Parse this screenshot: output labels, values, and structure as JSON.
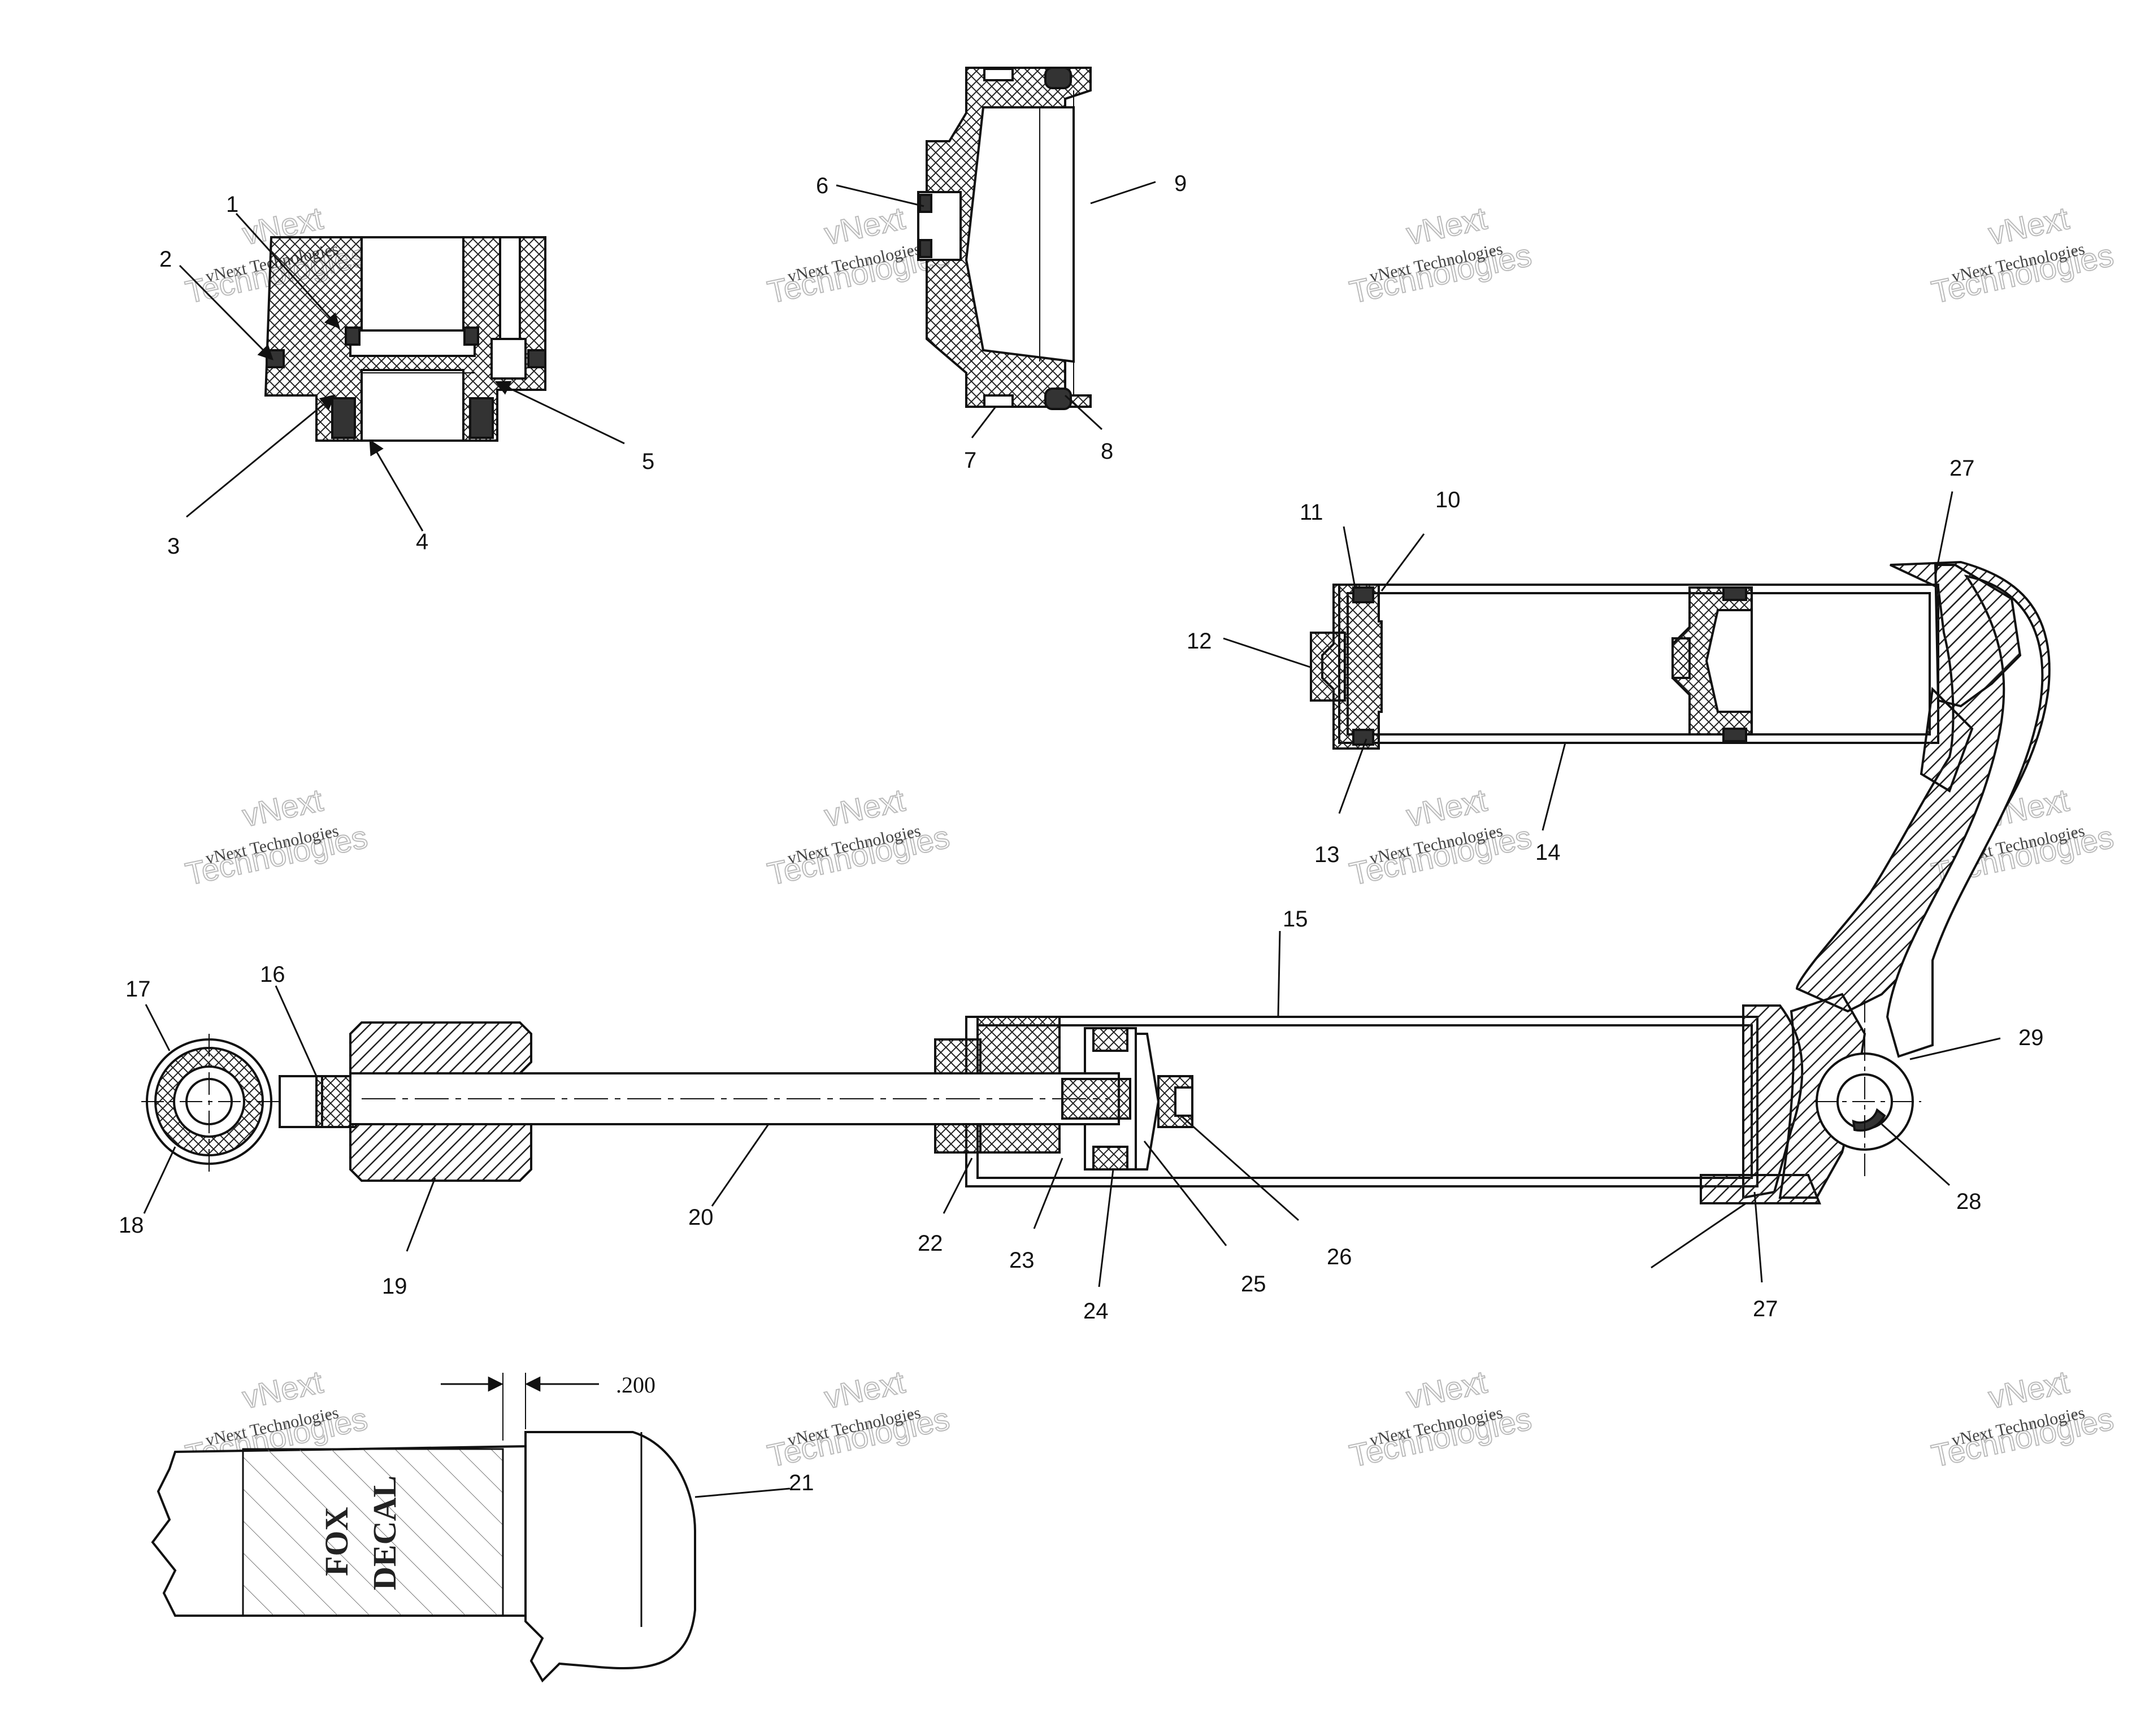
{
  "labels": [
    "1",
    "2",
    "3",
    "4",
    "5",
    "6",
    "7",
    "8",
    "9",
    "10",
    "11",
    "12",
    "13",
    "14",
    "15",
    "16",
    "17",
    "18",
    "19",
    "20",
    "21",
    "22",
    "23",
    "24",
    "25",
    "26",
    "27",
    "27",
    "28",
    "29"
  ],
  "watermark": {
    "line1": "vNext Technologies",
    "line2": "Technologies",
    "overlay": "vNext"
  },
  "decal": {
    "line1": "FOX",
    "line2": "DECAL"
  },
  "dimension": ".200"
}
